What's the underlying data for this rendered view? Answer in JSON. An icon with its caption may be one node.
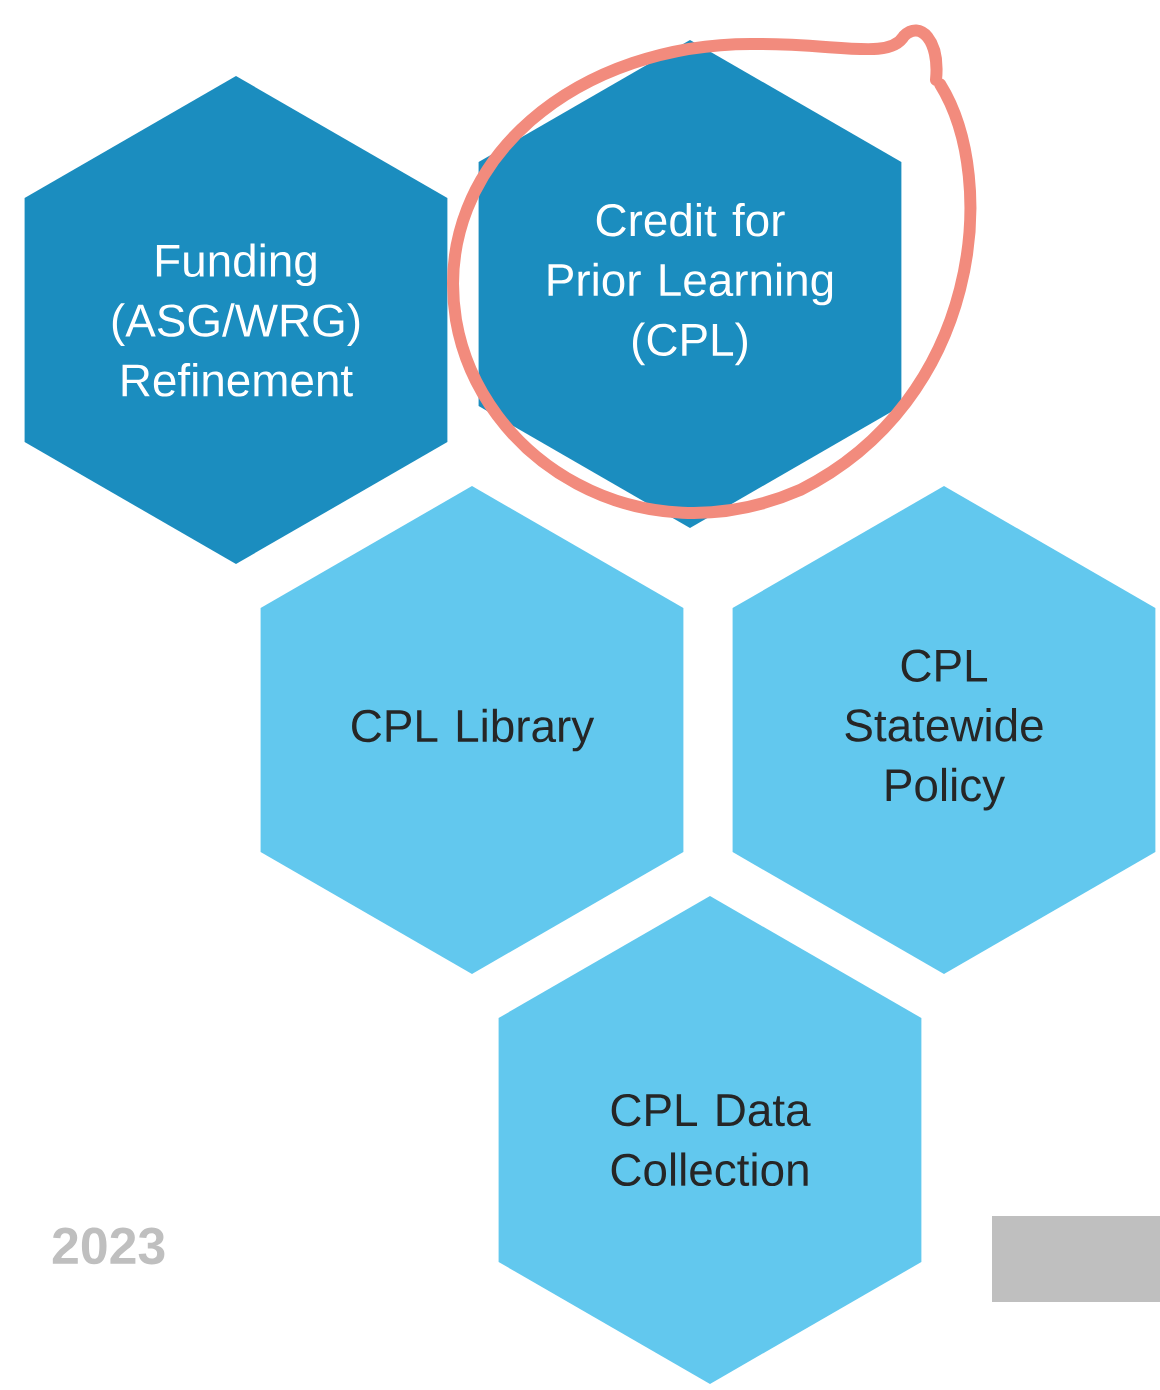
{
  "diagram": {
    "nodes": [
      {
        "text": [
          "Funding (ASG/WRG) Refinement"
        ]
      },
      {
        "text": [
          "Credit for Prior Learning (CPL)"
        ]
      },
      {
        "text": [
          "CPL Library"
        ]
      },
      {
        "text": [
          "CPL Statewide Policy"
        ]
      },
      {
        "text": [
          "CPL Data Collection"
        ]
      }
    ],
    "labels": [
      "2023"
    ]
  }
}
